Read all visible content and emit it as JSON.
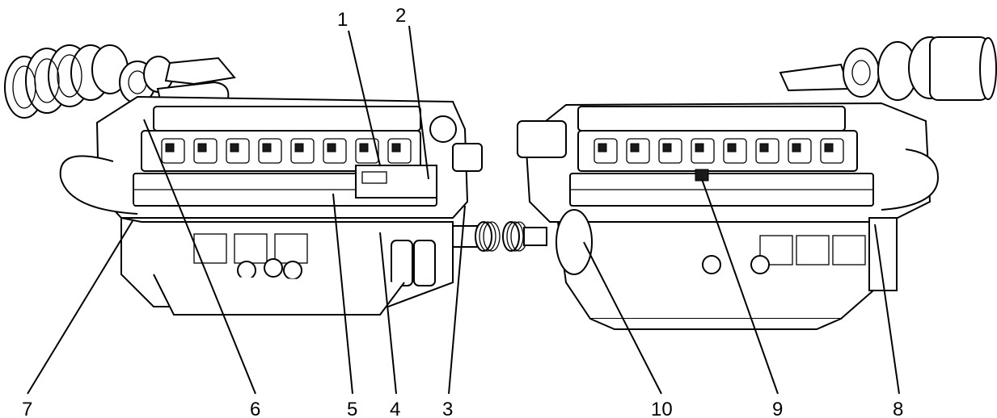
{
  "callouts": [
    {
      "label": "1"
    },
    {
      "label": "2"
    },
    {
      "label": "3"
    },
    {
      "label": "4"
    },
    {
      "label": "5"
    },
    {
      "label": "6"
    },
    {
      "label": "7"
    },
    {
      "label": "8"
    },
    {
      "label": "9"
    },
    {
      "label": "10"
    }
  ],
  "icons": {
    "left_view": "engine-left-side-illustration",
    "right_view": "engine-right-side-illustration"
  }
}
